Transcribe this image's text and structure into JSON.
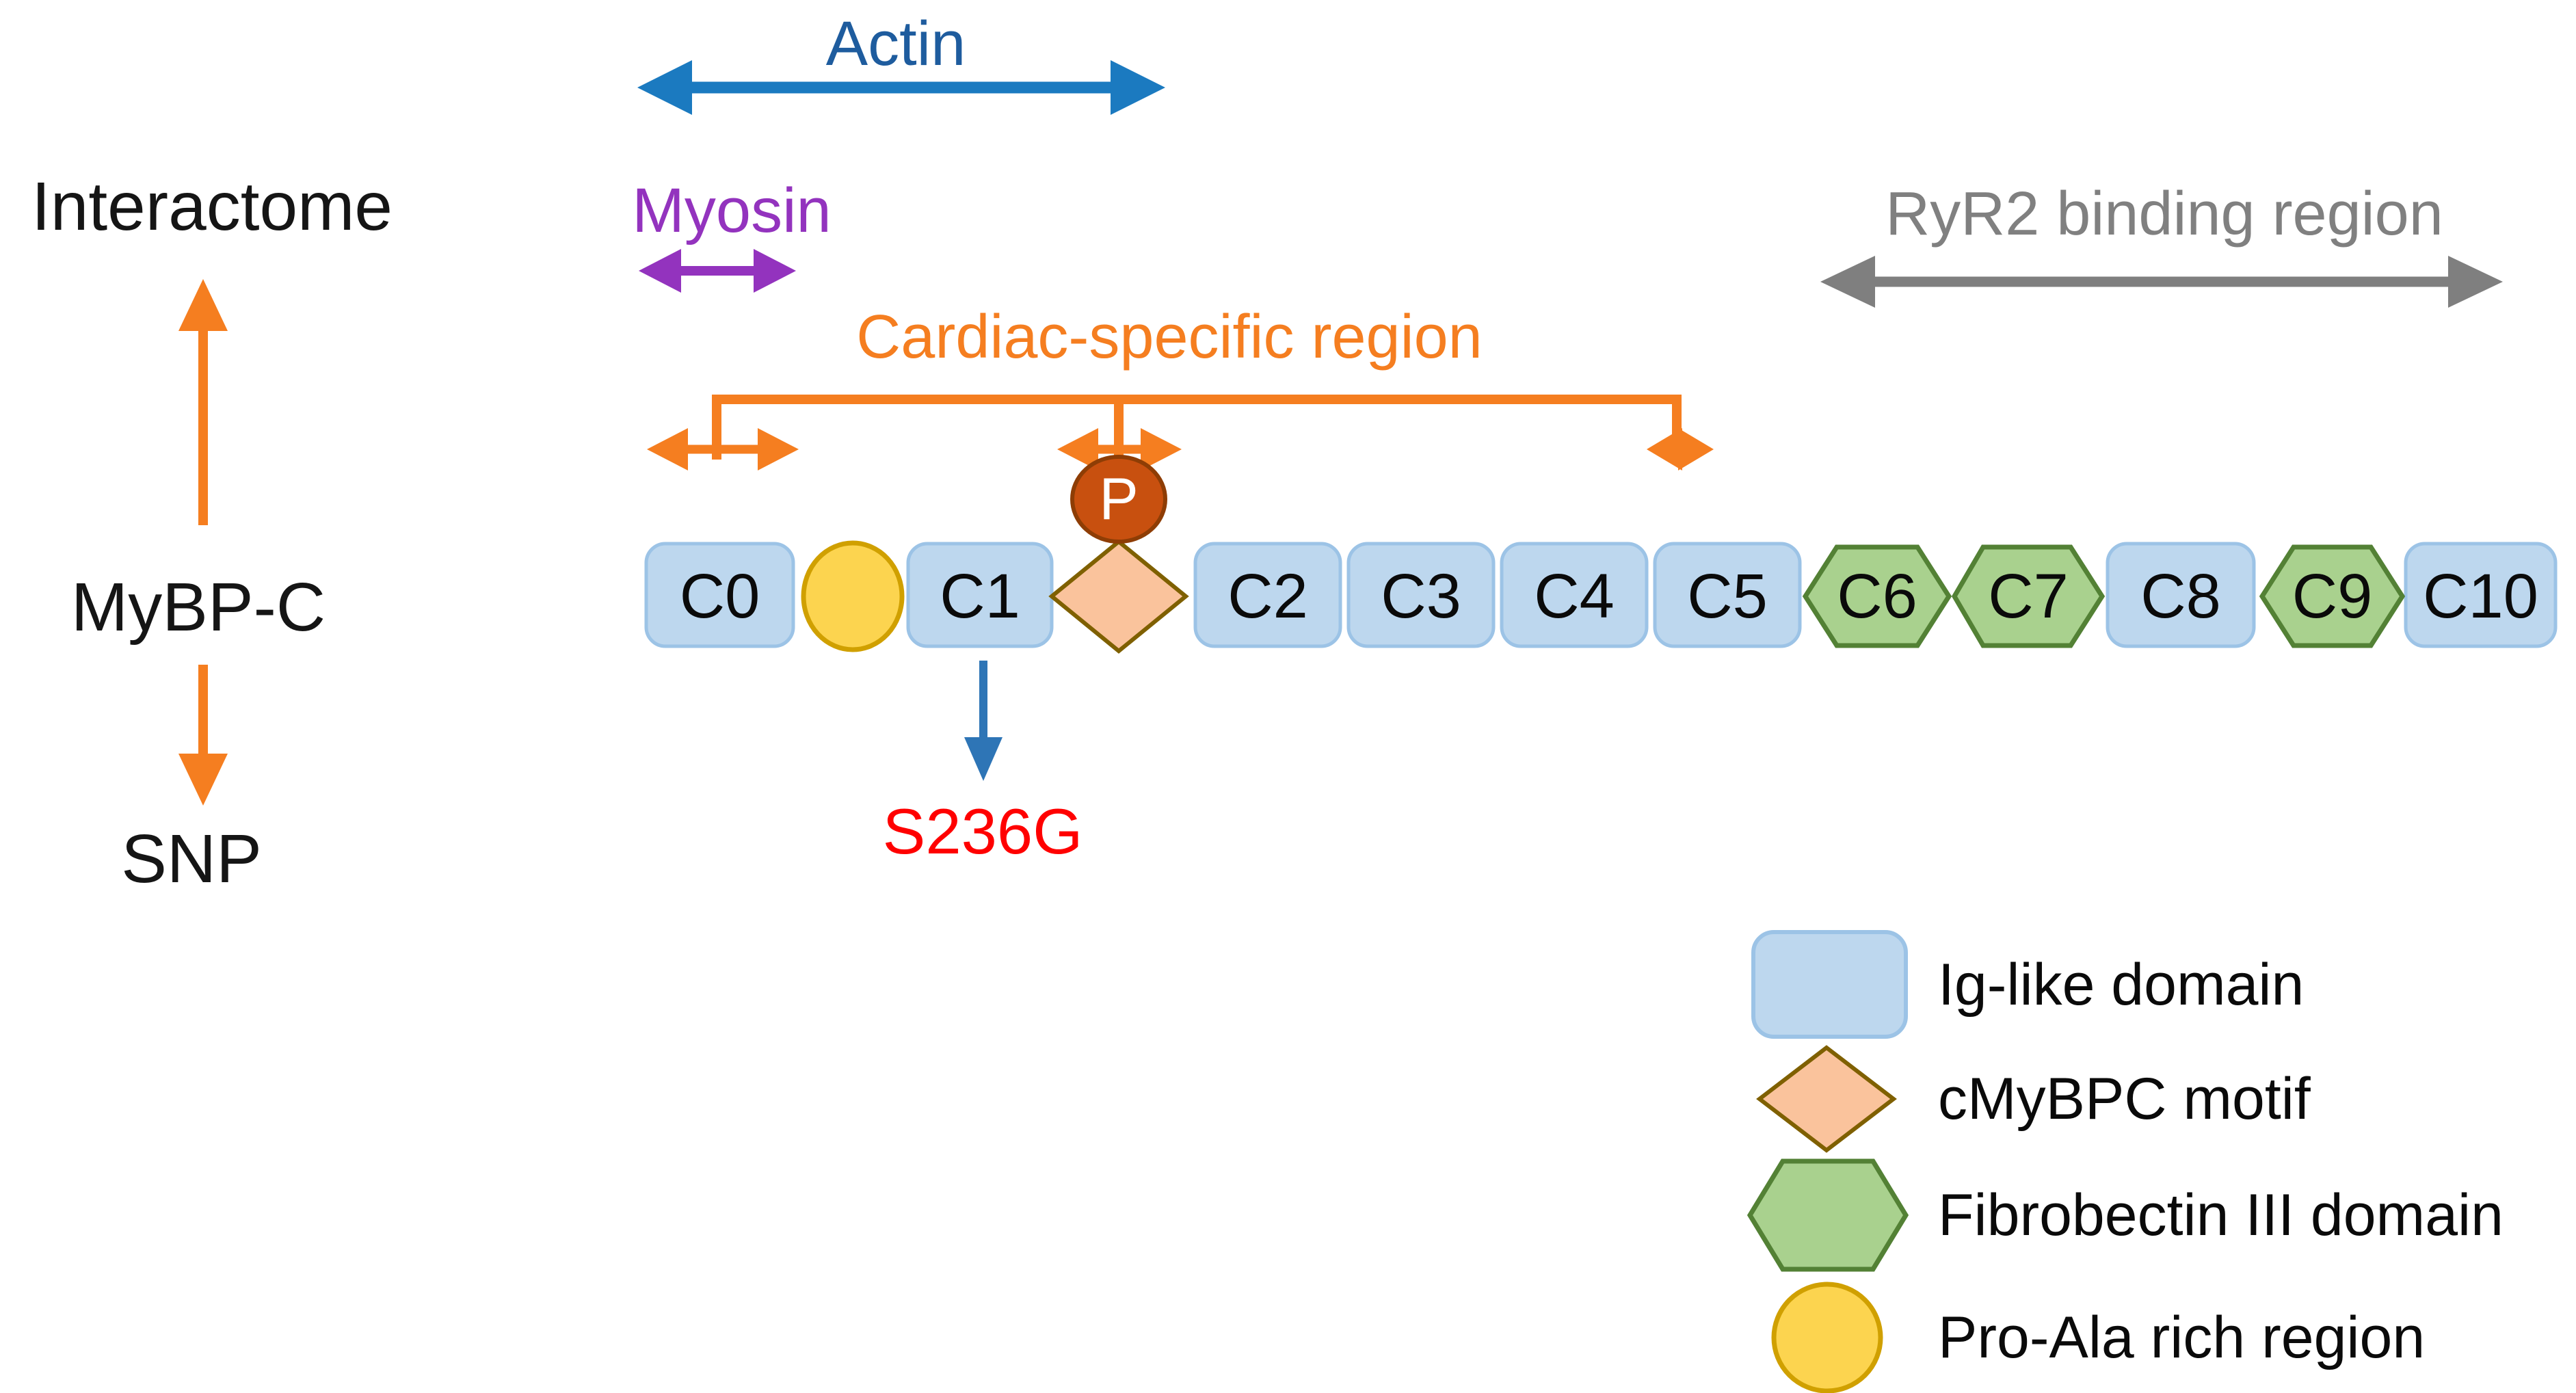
{
  "title": "MyBP-C protein domain diagram",
  "left_column": {
    "top_label": "Interactome",
    "protein_label": "MyBP-C",
    "bottom_label": "SNP"
  },
  "annotations": {
    "actin_label": "Actin",
    "myosin_label": "Myosin",
    "ryr2_label": "RyR2 binding region",
    "cardiac_label": "Cardiac-specific region",
    "phospho_label": "P",
    "variant_label": "S236G"
  },
  "chain": {
    "domains": [
      {
        "label": "C0",
        "type": "ig-like"
      },
      {
        "label": "C1",
        "type": "ig-like"
      },
      {
        "label": "C2",
        "type": "ig-like"
      },
      {
        "label": "C3",
        "type": "ig-like"
      },
      {
        "label": "C4",
        "type": "ig-like"
      },
      {
        "label": "C5",
        "type": "ig-like"
      },
      {
        "label": "C6",
        "type": "fibrobectin-iii"
      },
      {
        "label": "C7",
        "type": "fibrobectin-iii"
      },
      {
        "label": "C8",
        "type": "ig-like"
      },
      {
        "label": "C9",
        "type": "fibrobectin-iii"
      },
      {
        "label": "C10",
        "type": "ig-like"
      }
    ],
    "features": [
      {
        "name": "pro-ala-rich-region",
        "shape": "yellow-circle",
        "between": [
          "C0",
          "C1"
        ]
      },
      {
        "name": "cmybpc-motif",
        "shape": "orange-diamond",
        "between": [
          "C1",
          "C2"
        ]
      },
      {
        "name": "phosphorylation-site",
        "shape": "dark-orange-ellipse",
        "label": "P",
        "above": "cmybpc-motif"
      }
    ]
  },
  "legend": {
    "items": [
      {
        "shape": "blue-rounded-rect",
        "label": "Ig-like domain"
      },
      {
        "shape": "orange-diamond",
        "label": "cMyBPC motif"
      },
      {
        "shape": "green-hexagon",
        "label": "Fibrobectin III domain"
      },
      {
        "shape": "yellow-circle",
        "label": "Pro-Ala rich region"
      }
    ]
  },
  "colors": {
    "ig_fill": "#BDD7EE",
    "ig_stroke": "#9CC3E6",
    "fn3_fill": "#A9D18E",
    "fn3_stroke": "#538135",
    "motif_fill": "#FAC39C",
    "motif_stroke": "#7F6000",
    "proala_fill": "#FCD44F",
    "proala_stroke": "#D0A000",
    "phospho_fill": "#C8500F",
    "phospho_stroke": "#8E3D05",
    "orange": "#F57E20",
    "actin_arrow_blue": "#1B7AC0",
    "actin_text_blue": "#1E5C9E",
    "myosin_purple": "#9333BE",
    "gray": "#7F7F7F",
    "variant_red": "#FF0000",
    "variant_arrow_blue": "#2E75B6"
  }
}
